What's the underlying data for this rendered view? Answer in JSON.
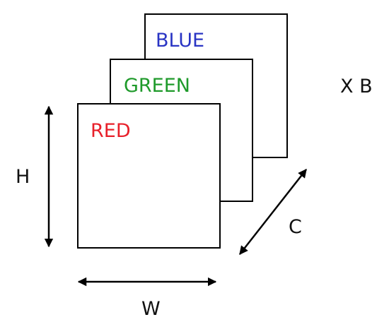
{
  "layers": {
    "blue": {
      "label": "BLUE",
      "color": "#2a35c4"
    },
    "green": {
      "label": "GREEN",
      "color": "#1f9a2b"
    },
    "red": {
      "label": "RED",
      "color": "#e8202a"
    }
  },
  "dimensions": {
    "height": "H",
    "width": "W",
    "channels": "C",
    "batch": "X B"
  },
  "colors": {
    "outline": "#000000",
    "text": "#111111"
  }
}
